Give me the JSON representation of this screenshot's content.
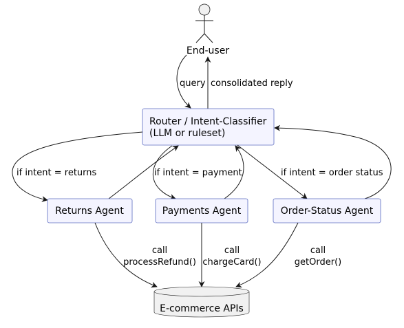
{
  "actor": {
    "label": "End-user"
  },
  "nodes": {
    "router": {
      "line1": "Router / Intent-Classifier",
      "line2": "(LLM or ruleset)"
    },
    "returns": {
      "label": "Returns Agent"
    },
    "payments": {
      "label": "Payments Agent"
    },
    "order_status": {
      "label": "Order-Status Agent"
    },
    "apis": {
      "label": "E-commerce APIs"
    }
  },
  "edges": {
    "query": "query",
    "reply": "consolidated reply",
    "to_returns": "if intent = returns",
    "to_payments": "if intent = payment",
    "to_order_status": "if intent = order status",
    "returns_call": {
      "line1": "call",
      "line2": "processRefund()"
    },
    "payments_call": {
      "line1": "call",
      "line2": "chargeCard()"
    },
    "order_call": {
      "line1": "call",
      "line2": "getOrder()"
    }
  },
  "colors": {
    "node_fill": "#f4f4ff",
    "node_border": "#5b6bc0",
    "database_fill": "#f1f1f1",
    "edge": "#181818"
  }
}
